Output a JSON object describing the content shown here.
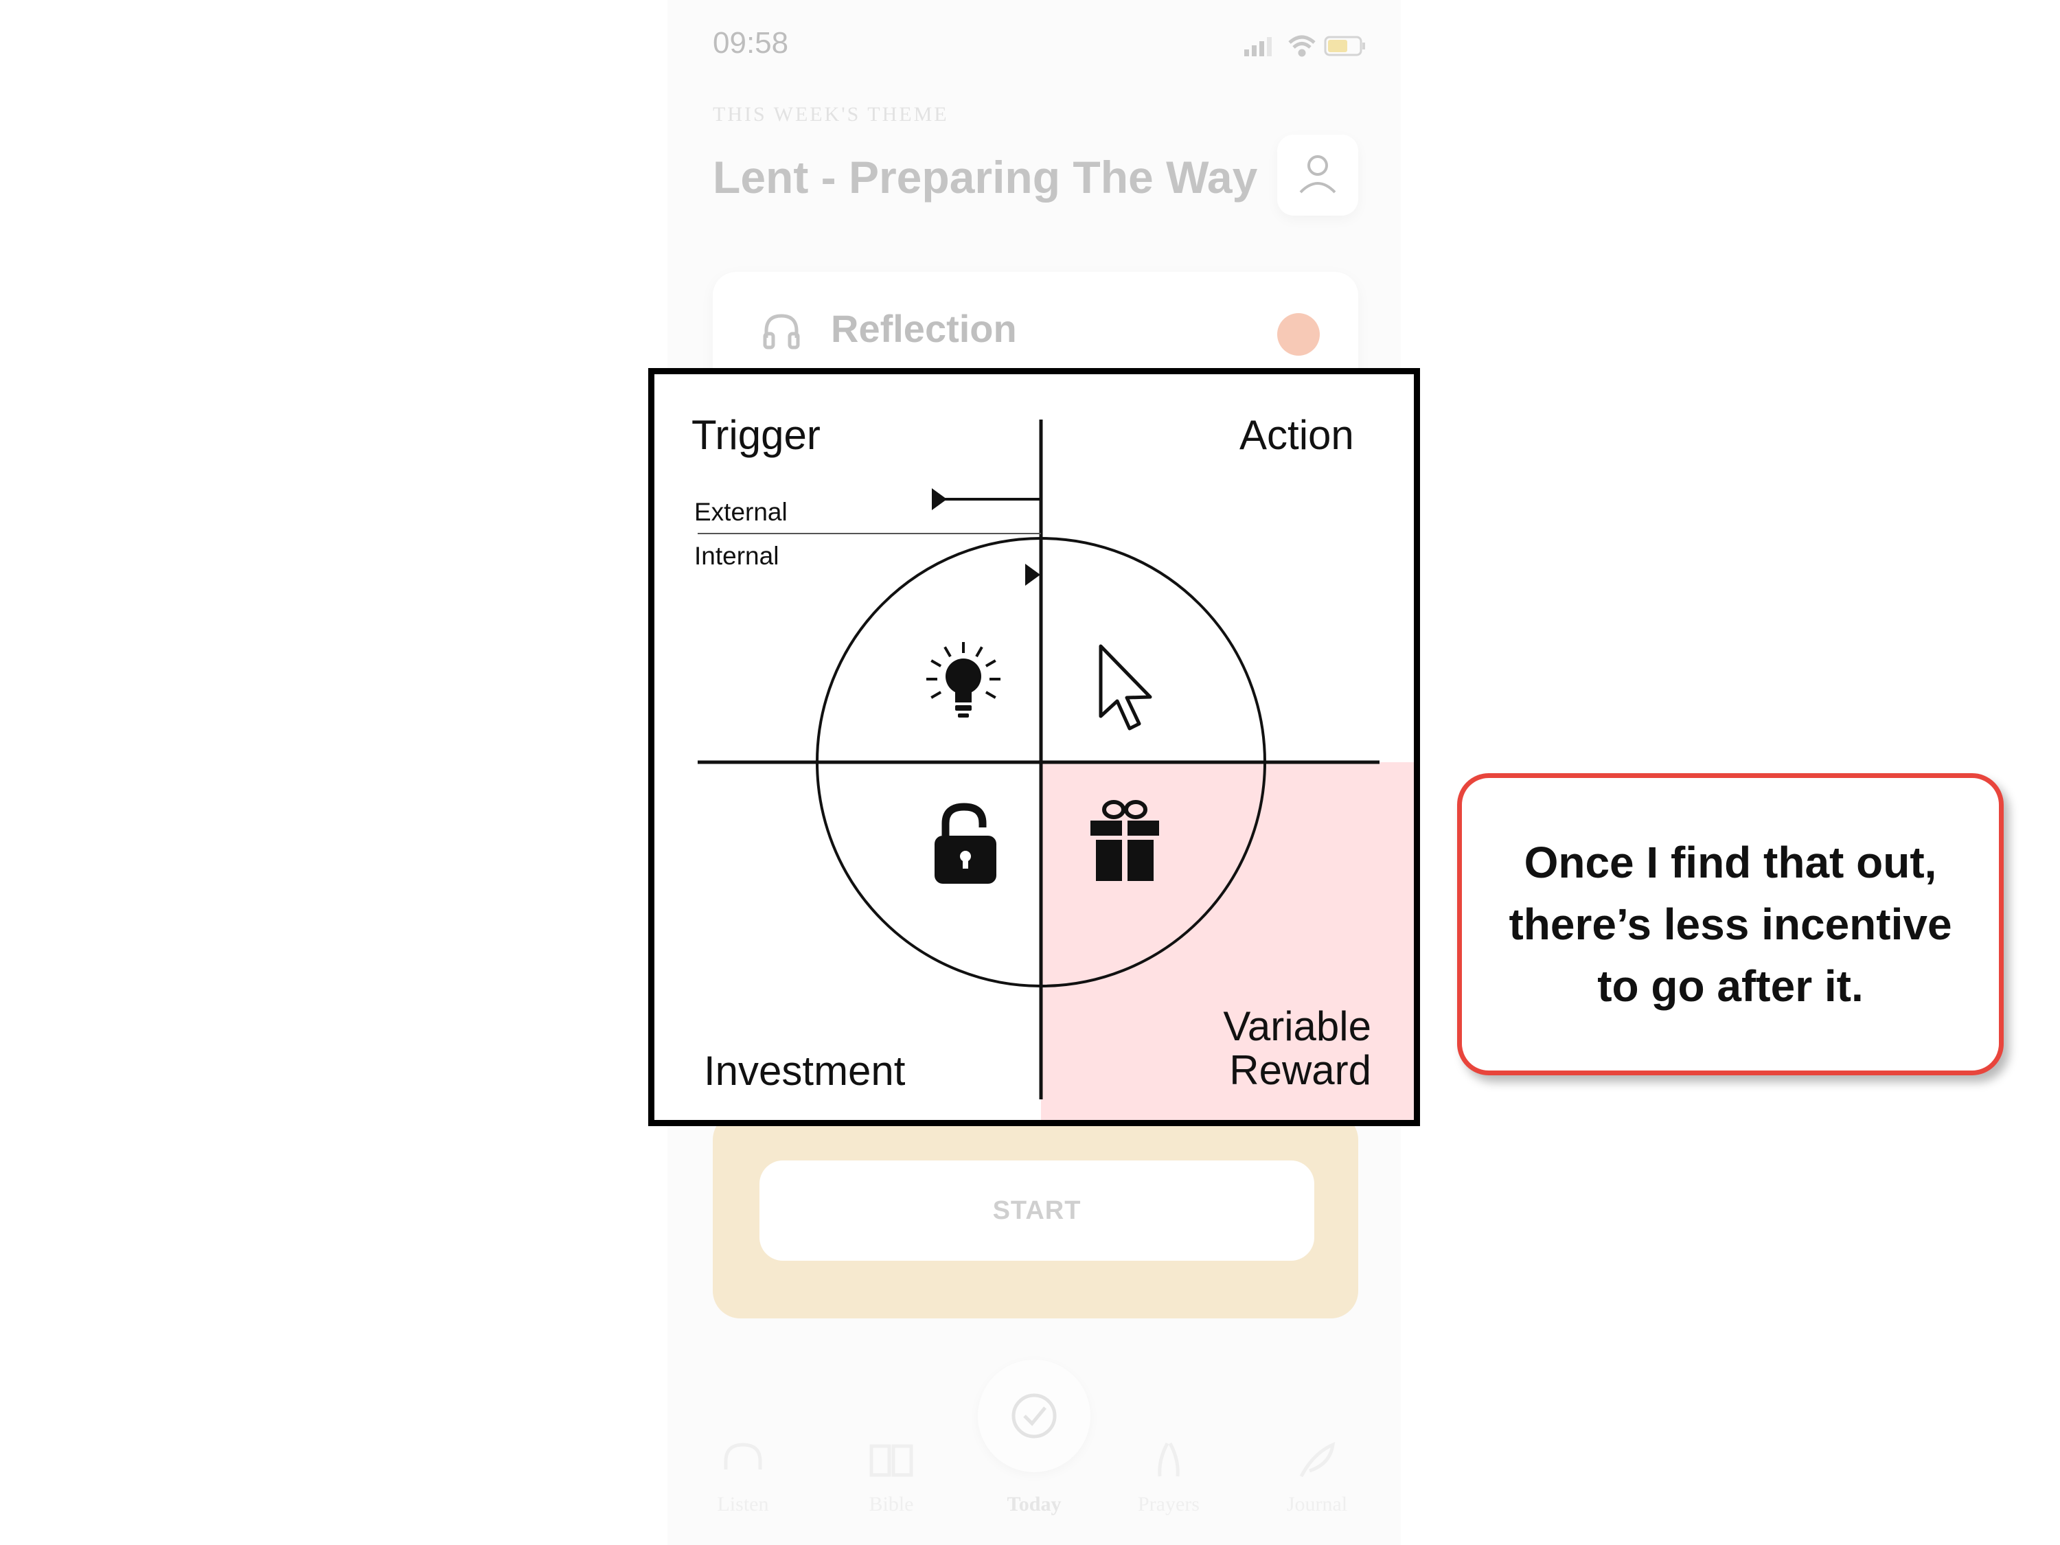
{
  "status_bar": {
    "time": "09:58"
  },
  "header": {
    "week_label": "THIS WEEK'S THEME",
    "title": "Lent - Preparing The Way"
  },
  "card": {
    "label": "Reflection"
  },
  "start_button": {
    "label": "START"
  },
  "tab_bar": {
    "tabs": [
      {
        "label": "Listen",
        "icon": "headphones-icon"
      },
      {
        "label": "Bible",
        "icon": "book-icon"
      },
      {
        "label": "Today",
        "icon": "check-circle-icon"
      },
      {
        "label": "Prayers",
        "icon": "praying-hands-icon"
      },
      {
        "label": "Journal",
        "icon": "feather-icon"
      }
    ]
  },
  "diagram": {
    "trigger": "Trigger",
    "external": "External",
    "internal": "Internal",
    "action": "Action",
    "investment": "Investment",
    "variable": "Variable",
    "reward": "Reward",
    "icons": [
      "lightbulb-icon",
      "cursor-icon",
      "lock-icon",
      "gift-icon"
    ],
    "reward_highlight_color": "#ffe1e3"
  },
  "callout": {
    "text": "Once I find that out, there’s less incentive to go after it.",
    "border_color": "#e8453c"
  }
}
